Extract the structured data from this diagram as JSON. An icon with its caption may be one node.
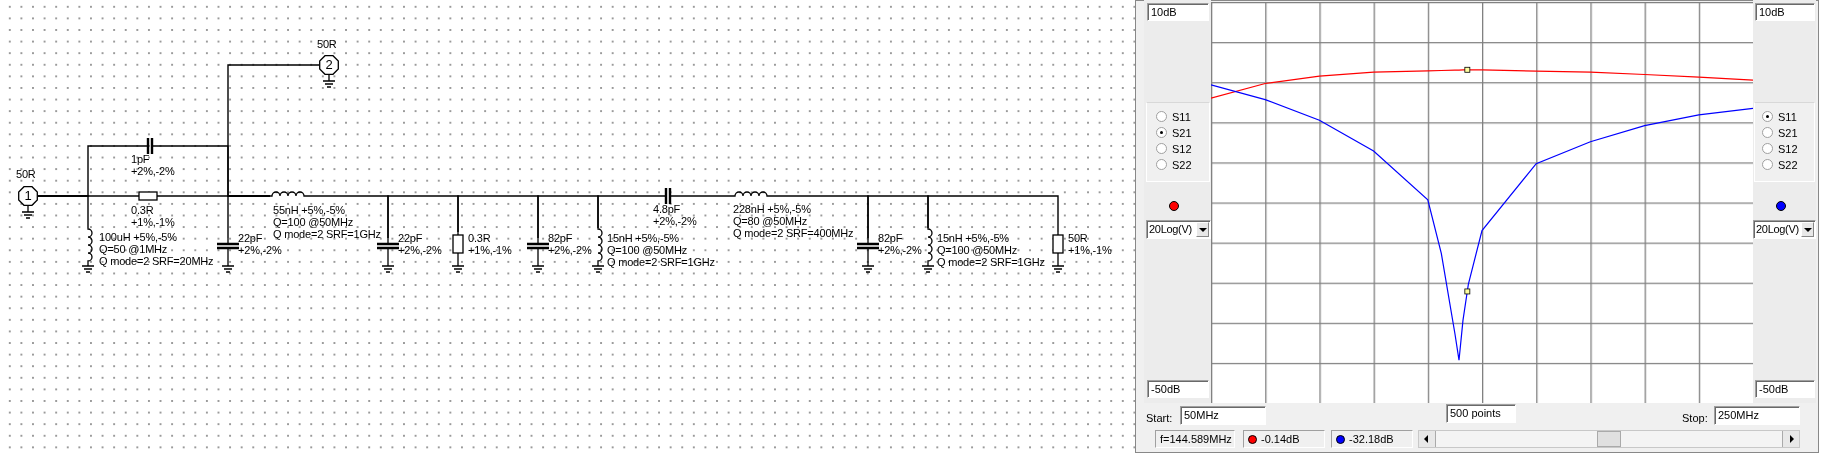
{
  "diagram": {
    "nodes": [
      {
        "text": [
          "1"
        ],
        "beside": [
          "50R"
        ]
      },
      {
        "text": [],
        "shape": "inductor",
        "beside": [
          "100uH +5%,-5%",
          "Q=50 @1MHz",
          "Q mode=2 SRF=20MHz"
        ]
      },
      {
        "text": [],
        "shape": "capacitor",
        "beside": [
          "1pF",
          "+2%,-2%"
        ]
      },
      {
        "text": [],
        "shape": "resistor",
        "beside": [
          "0.3R",
          "+1%,-1%"
        ]
      },
      {
        "text": [],
        "shape": "capacitor",
        "beside": [
          "22pF",
          "+2%,-2%"
        ]
      },
      {
        "text": [
          "2"
        ],
        "beside": [
          "50R"
        ]
      },
      {
        "text": [],
        "shape": "inductor",
        "beside": [
          "55nH +5%,-5%",
          "Q=100 @50MHz",
          "Q mode=2 SRF=1GHz"
        ]
      },
      {
        "text": [],
        "shape": "capacitor",
        "beside": [
          "22pF",
          "+2%,-2%"
        ]
      },
      {
        "text": [],
        "shape": "resistor",
        "beside": [
          "0.3R",
          "+1%,-1%"
        ]
      },
      {
        "text": [],
        "shape": "capacitor",
        "beside": [
          "82pF",
          "+2%,-2%"
        ]
      },
      {
        "text": [],
        "shape": "inductor",
        "beside": [
          "15nH +5%,-5%",
          "Q=100 @50MHz",
          "Q mode=2 SRF=1GHz"
        ]
      },
      {
        "text": [],
        "shape": "capacitor",
        "beside": [
          "4.8pF",
          "+2%,-2%"
        ]
      },
      {
        "text": [],
        "shape": "inductor",
        "beside": [
          "228nH +5%,-5%",
          "Q=80 @50MHz",
          "Q mode=2 SRF=400MHz"
        ]
      },
      {
        "text": [],
        "shape": "capacitor",
        "beside": [
          "82pF",
          "+2%,-2%"
        ]
      },
      {
        "text": [],
        "shape": "inductor",
        "beside": [
          "15nH +5%,-5%",
          "Q=100 @50MHz",
          "Q mode=2 SRF=1GHz"
        ]
      },
      {
        "text": [],
        "shape": "resistor",
        "beside": [
          "50R",
          "+1%,-1%"
        ]
      }
    ],
    "edges": [
      {
        "from": 0,
        "to": 3,
        "arrow": "none"
      },
      {
        "from": 0,
        "to": 1,
        "arrow": "none"
      },
      {
        "from": 0,
        "to": 2,
        "arrow": "none"
      },
      {
        "from": 3,
        "to": 6,
        "arrow": "none"
      },
      {
        "from": 2,
        "to": 6,
        "arrow": "none"
      },
      {
        "from": 5,
        "to": 6,
        "arrow": "none"
      },
      {
        "from": 4,
        "to": 6,
        "arrow": "none"
      },
      {
        "from": 6,
        "to": 7,
        "arrow": "none"
      },
      {
        "from": 7,
        "to": 8,
        "arrow": "none"
      },
      {
        "from": 8,
        "to": 9,
        "arrow": "none"
      },
      {
        "from": 9,
        "to": 10,
        "arrow": "none"
      },
      {
        "from": 10,
        "to": 11,
        "arrow": "none"
      },
      {
        "from": 11,
        "to": 12,
        "arrow": "none"
      },
      {
        "from": 12,
        "to": 13,
        "arrow": "none"
      },
      {
        "from": 13,
        "to": 14,
        "arrow": "none"
      },
      {
        "from": 14,
        "to": 15,
        "arrow": "none"
      }
    ],
    "labels": [
      "10dB",
      "S11",
      "S21",
      "S12",
      "S22",
      "20Log(V)",
      "-50dB",
      "10dB",
      "S11",
      "S21",
      "S12",
      "S22",
      "20Log(V)",
      "-50dB",
      "Start:",
      "50MHz",
      "500 points",
      "Stop:",
      "250MHz",
      "f=144.589MHz"
    ],
    "legend": [
      {
        "text": "-0.14dB",
        "color": "#ff0000"
      },
      {
        "text": "-32.18dB",
        "color": "#0000ff"
      }
    ]
  }
}
